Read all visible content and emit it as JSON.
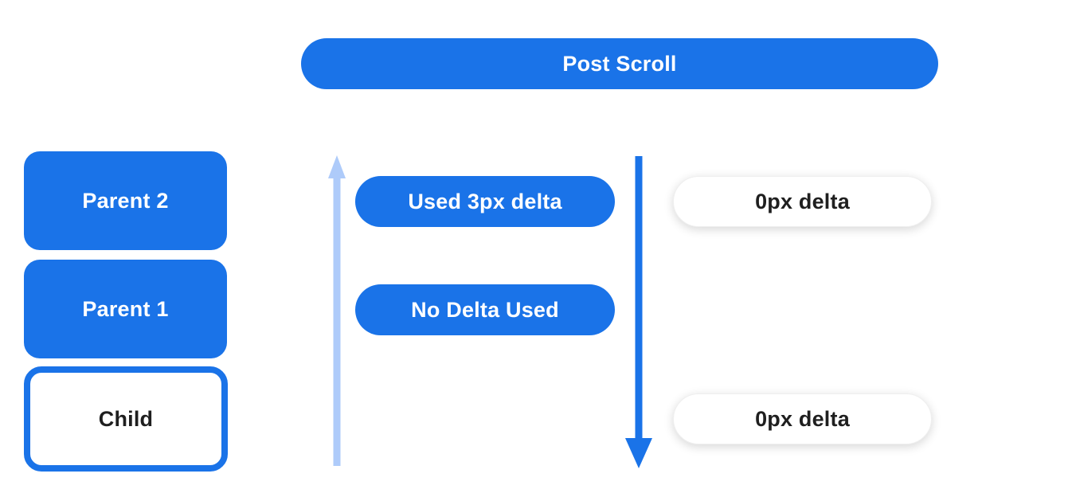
{
  "diagram": {
    "title": "Post Scroll",
    "nodes": {
      "parent2": {
        "label": "Parent 2",
        "style": "filled-blue"
      },
      "parent1": {
        "label": "Parent 1",
        "style": "filled-blue"
      },
      "child": {
        "label": "Child",
        "style": "white-outlined-blue"
      }
    },
    "scroll_annotations": {
      "used_delta": {
        "label": "Used 3px delta",
        "style": "filled-blue"
      },
      "no_delta": {
        "label": "No Delta Used",
        "style": "filled-blue"
      },
      "top_zero_delta": {
        "label": "0px delta",
        "style": "white-shadow"
      },
      "bottom_zero_delta": {
        "label": "0px delta",
        "style": "white-shadow"
      }
    },
    "arrows": {
      "up": {
        "name": "up-arrow",
        "direction": "up",
        "color": "#aecbfa"
      },
      "down": {
        "name": "down-arrow",
        "direction": "down",
        "color": "#1a73e8"
      }
    },
    "colors": {
      "primary_blue": "#1a73e8",
      "light_blue": "#aecbfa",
      "text_on_blue": "#ffffff",
      "text_dark": "#1f1f1f",
      "background": "#ffffff"
    }
  }
}
